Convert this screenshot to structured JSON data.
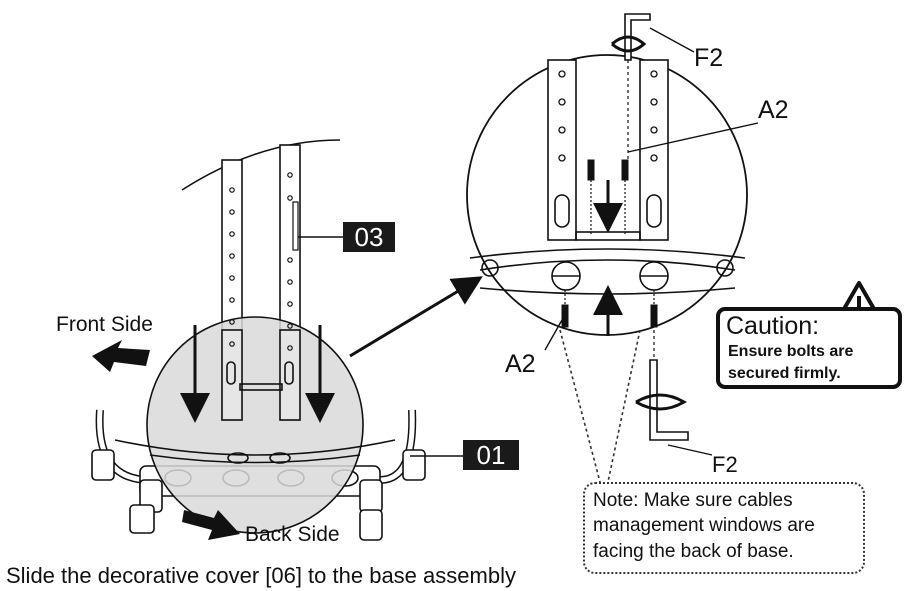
{
  "labels": {
    "front_side": "Front Side",
    "back_side": "Back Side",
    "part_03": "03",
    "part_01": "01",
    "a2_top": "A2",
    "a2_bottom": "A2",
    "f2_top": "F2",
    "f2_bottom": "F2"
  },
  "caution": {
    "title": "Caution:",
    "line1": "Ensure bolts are",
    "line2": "secured firmly."
  },
  "note": {
    "line1": "Note: Make sure cables",
    "line2": "management windows are",
    "line3": "facing the back of base."
  },
  "caption": "Slide the decorative cover [06] to the base assembly"
}
